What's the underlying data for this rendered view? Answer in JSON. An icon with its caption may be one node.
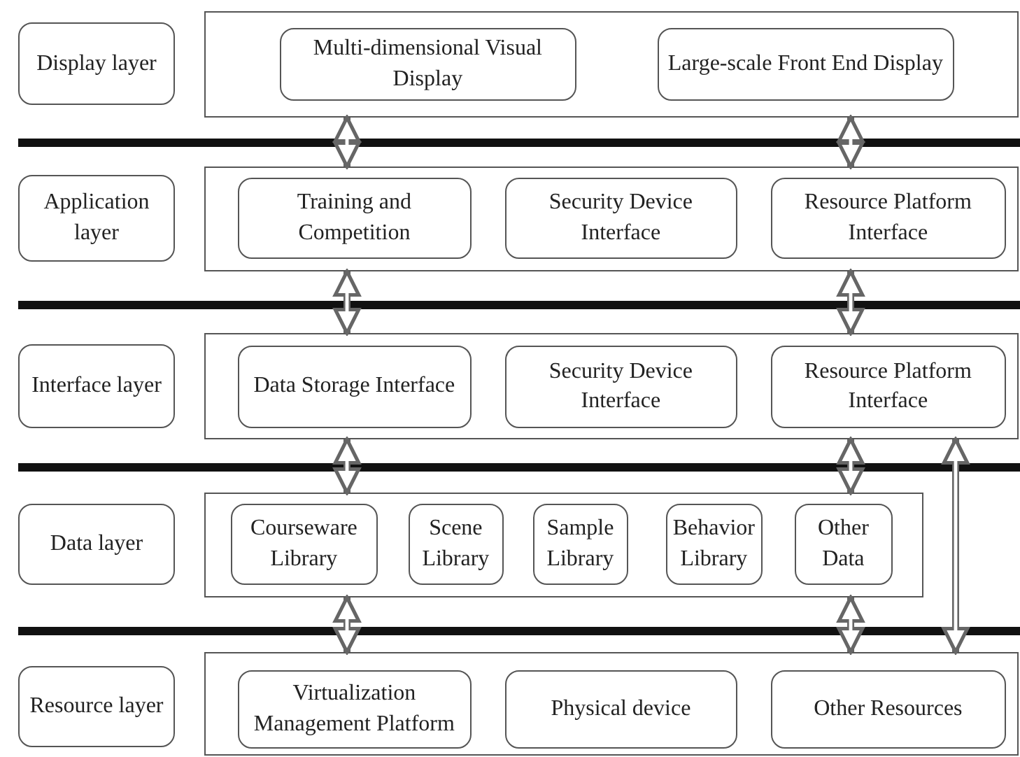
{
  "diagram": {
    "nodes": [
      {
        "text": [
          "Display layer"
        ]
      },
      {
        "text": [],
        "shape": "box"
      },
      {
        "text": [
          "Multi-dimensional Visual Display"
        ],
        "in": 1
      },
      {
        "text": [
          "Large-scale Front End Display"
        ],
        "in": 1
      },
      {
        "text": [
          "Application layer"
        ]
      },
      {
        "text": [],
        "shape": "box"
      },
      {
        "text": [
          "Training and Competition"
        ],
        "in": 5
      },
      {
        "text": [
          "Security Device Interface"
        ],
        "in": 5
      },
      {
        "text": [
          "Resource Platform Interface"
        ],
        "in": 5
      },
      {
        "text": [
          "Interface layer"
        ]
      },
      {
        "text": [],
        "shape": "box"
      },
      {
        "text": [
          "Data Storage Interface"
        ],
        "in": 10
      },
      {
        "text": [
          "Security Device Interface"
        ],
        "in": 10
      },
      {
        "text": [
          "Resource Platform Interface"
        ],
        "in": 10
      },
      {
        "text": [
          "Data layer"
        ]
      },
      {
        "text": [],
        "shape": "box"
      },
      {
        "text": [
          "Courseware Library"
        ],
        "in": 15
      },
      {
        "text": [
          "Scene Library"
        ],
        "in": 15
      },
      {
        "text": [
          "Sample Library"
        ],
        "in": 15
      },
      {
        "text": [
          "Behavior Library"
        ],
        "in": 15
      },
      {
        "text": [
          "Other Data"
        ],
        "in": 15
      },
      {
        "text": [
          "Resource layer"
        ]
      },
      {
        "text": [],
        "shape": "box"
      },
      {
        "text": [
          "Virtualization Management Platform"
        ],
        "in": 22
      },
      {
        "text": [
          "Physical device"
        ],
        "in": 22
      },
      {
        "text": [
          "Other Resources"
        ],
        "in": 22
      }
    ],
    "edges": [
      {
        "from": 1,
        "to": 5,
        "arrow": "both"
      },
      {
        "from": 1,
        "to": 5,
        "arrow": "both"
      },
      {
        "from": 5,
        "to": 10,
        "arrow": "both"
      },
      {
        "from": 5,
        "to": 10,
        "arrow": "both"
      },
      {
        "from": 10,
        "to": 15,
        "arrow": "both"
      },
      {
        "from": 10,
        "to": 15,
        "arrow": "both"
      },
      {
        "from": 15,
        "to": 22,
        "arrow": "both"
      },
      {
        "from": 15,
        "to": 22,
        "arrow": "both"
      },
      {
        "from": 10,
        "to": 22,
        "arrow": "both"
      }
    ]
  }
}
